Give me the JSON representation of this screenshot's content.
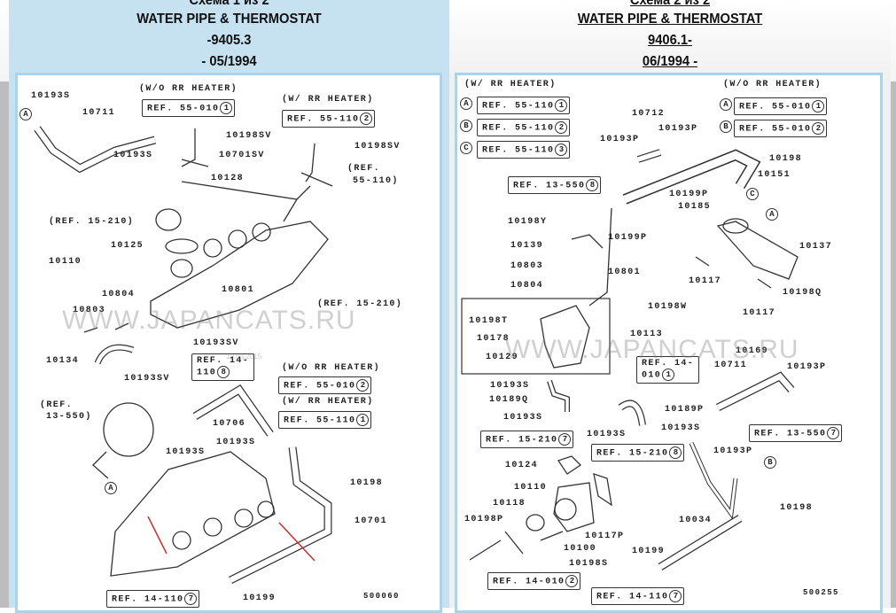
{
  "schemes": [
    {
      "counter": "Схема 1 из 2",
      "title": "WATER PIPE & THERMOSTAT",
      "from": "-9405.3",
      "to": "- 05/1994",
      "diagram_code": "500060"
    },
    {
      "counter": "Схема 2 из 2",
      "title": "WATER PIPE & THERMOSTAT",
      "from": "9406.1-",
      "to": "06/1994 -",
      "diagram_code": "500255"
    }
  ],
  "watermark": "WWW.JAPANCATS.RU",
  "watermark_date": "10.03.2015",
  "left_labels": [
    "10193S",
    "(W/O RR HEATER)",
    "10711",
    "(W/ RR HEATER)",
    "10198SV",
    "10193S",
    "10701SV",
    "10198SV",
    "(REF.",
    "55-110)",
    "10128",
    "(REF. 15-210)",
    "10125",
    "10110",
    "10801",
    "(REF. 15-210)",
    "10804",
    "10803",
    "10193SV",
    "10134",
    "10193SV",
    "(W/O RR HEATER)",
    "(REF.",
    "13-550)",
    "(W/ RR HEATER)",
    "10706",
    "10193S",
    "10193S",
    "10198",
    "10701",
    "10199"
  ],
  "left_refs": [
    {
      "ref": "REF. 55-010",
      "num": "1"
    },
    {
      "ref": "REF. 55-110",
      "num": "2"
    },
    {
      "ref": "REF. 14-110",
      "num": "8"
    },
    {
      "ref": "REF. 55-010",
      "num": "2"
    },
    {
      "ref": "REF. 55-110",
      "num": "1"
    },
    {
      "ref": "REF. 14-110",
      "num": "7"
    }
  ],
  "left_callouts": [
    "A",
    "A"
  ],
  "right_labels": [
    "(W/ RR HEATER)",
    "(W/O RR HEATER)",
    "10712",
    "10193P",
    "10193P",
    "10198",
    "10151",
    "10199P",
    "10185",
    "10198Y",
    "10199P",
    "10137",
    "10139",
    "10803",
    "10801",
    "10117",
    "10804",
    "10198Q",
    "10198W",
    "10117",
    "10198T",
    "10178",
    "10113",
    "10129",
    "10169",
    "10711",
    "10193P",
    "10193S",
    "10189Q",
    "10189P",
    "10193S",
    "10193S",
    "10193S",
    "10193P",
    "10124",
    "10110",
    "10118",
    "10198P",
    "10198",
    "10034",
    "10117P",
    "10100",
    "10199",
    "10198S"
  ],
  "right_refs": [
    {
      "ref": "REF. 55-110",
      "num": "1"
    },
    {
      "ref": "REF. 55-110",
      "num": "2"
    },
    {
      "ref": "REF. 55-110",
      "num": "3"
    },
    {
      "ref": "REF. 55-010",
      "num": "1"
    },
    {
      "ref": "REF. 55-010",
      "num": "2"
    },
    {
      "ref": "REF. 13-550",
      "num": "8"
    },
    {
      "ref": "REF. 14-010",
      "num": "1"
    },
    {
      "ref": "REF. 15-210",
      "num": "7"
    },
    {
      "ref": "REF. 13-550",
      "num": "7"
    },
    {
      "ref": "REF. 15-210",
      "num": "8"
    },
    {
      "ref": "REF. 14-010",
      "num": "2"
    },
    {
      "ref": "REF. 14-110",
      "num": "7"
    }
  ],
  "right_callouts": [
    "A",
    "B",
    "C",
    "A",
    "B",
    "C",
    "A",
    "B"
  ]
}
